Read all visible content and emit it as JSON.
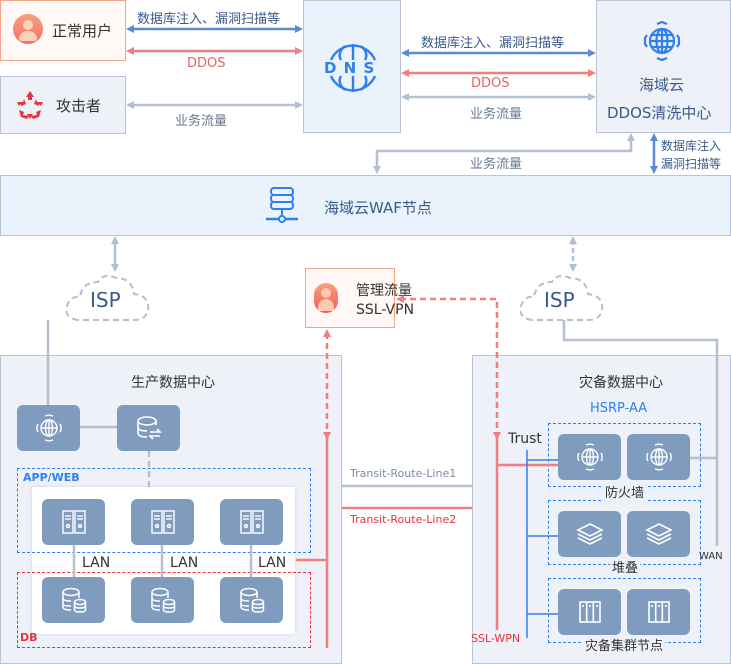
{
  "top": {
    "normal_user": {
      "label": "正常用户"
    },
    "attacker": {
      "label": "攻击者"
    },
    "dns": {
      "label": "D N S"
    },
    "ddos_center": {
      "line1": "海域云",
      "line2": "DDOS清洗中心"
    },
    "links_left": {
      "attack": "数据库注入、漏洞扫描等",
      "ddos": "DDOS",
      "business": "业务流量"
    },
    "links_right": {
      "attack": "数据库注入、漏洞扫描等",
      "ddos": "DDOS",
      "business": "业务流量"
    },
    "link_to_waf_business": "业务流量",
    "link_to_waf_attack_line1": "数据库注入",
    "link_to_waf_attack_line2": "漏洞扫描等"
  },
  "waf": {
    "label": "海域云WAF节点"
  },
  "isp_left": {
    "label": "ISP"
  },
  "isp_right": {
    "label": "ISP"
  },
  "mgmt": {
    "line1": "管理流量",
    "line2": "SSL-VPN"
  },
  "prod_dc": {
    "title": "生产数据中心",
    "app_group": "APP/WEB",
    "db_group": "DB",
    "lan_labels": [
      "LAN",
      "LAN",
      "LAN"
    ]
  },
  "transit": {
    "line1": "Transit-Route-Line1",
    "line2": "Transit-Route-Line2"
  },
  "dr_dc": {
    "title": "灾备数据中心",
    "hsrp": "HSRP-AA",
    "trust": "Trust",
    "wan": "WAN",
    "ssl_wpn": "SSL-WPN",
    "firewall_group": "防火墙",
    "stack_group": "堆叠",
    "cluster_group": "灾备集群节点"
  },
  "colors": {
    "blue_line": "#5b8bd0",
    "red_line": "#f08080",
    "gray_line": "#b4c0d0",
    "node_bg": "#7f9cbf",
    "accent_blue": "#2f80ed",
    "accent_red": "#e8333e"
  }
}
